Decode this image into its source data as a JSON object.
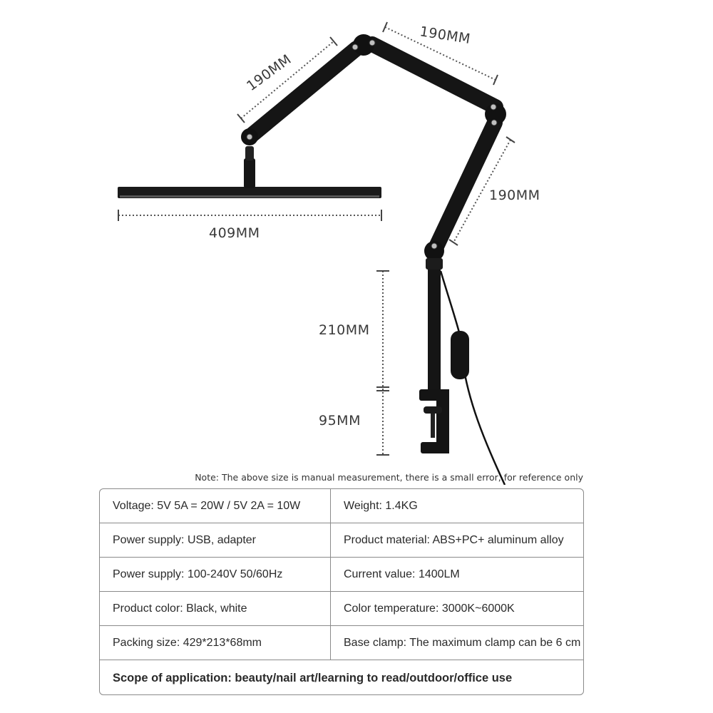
{
  "dimensions": {
    "arm_upper_left": "190MM",
    "arm_top": "190MM",
    "arm_right": "190MM",
    "lamp_bar": "409MM",
    "pole": "210MM",
    "clamp": "95MM"
  },
  "note": "Note: The above size is manual measurement, there is a small error, for reference only",
  "specs": [
    {
      "left": "Voltage:  5V  5A = 20W / 5V  2A = 10W",
      "right": "Weight: 1.4KG"
    },
    {
      "left": "Power supply: USB, adapter",
      "right": "Product material: ABS+PC+ aluminum alloy"
    },
    {
      "left": "Power supply: 100-240V 50/60Hz",
      "right": "Current value: 1400LM"
    },
    {
      "left": "Product color: Black, white",
      "right": "Color temperature: 3000K~6000K"
    },
    {
      "left": "Packing size: 429*213*68mm",
      "right": "Base clamp: The maximum clamp can be 6 cm"
    }
  ],
  "scope": "Scope of application: beauty/nail art/learning to read/outdoor/office use"
}
